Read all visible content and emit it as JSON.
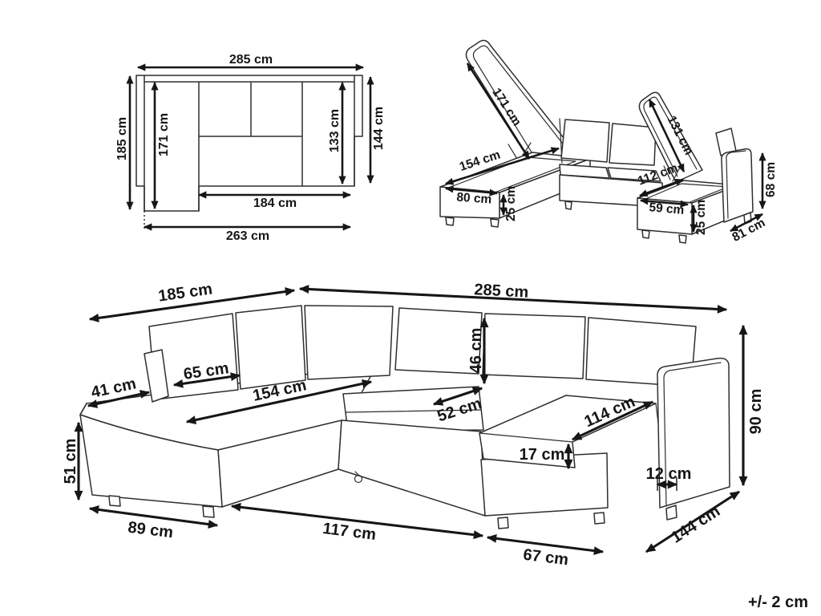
{
  "colors": {
    "ink": "#161616",
    "art_line": "#2e2e2e",
    "background": "#ffffff"
  },
  "views": {
    "plan": {
      "overall_width": "285 cm",
      "depth_left": "185 cm",
      "chaise_length": "171 cm",
      "body_depth": "133 cm",
      "right_depth": "144 cm",
      "inner_width": "184 cm",
      "base_width": "263 cm"
    },
    "storage": {
      "left_lid": "171 cm",
      "left_box_length": "154 cm",
      "left_box_width": "80 cm",
      "left_box_depth": "25 cm",
      "right_opening": "112 cm",
      "right_lid": "131 cm",
      "right_box_width": "59 cm",
      "right_box_depth": "25 cm",
      "armrest_height": "68 cm",
      "armrest_depth": "81 cm"
    },
    "main": {
      "back_left": "185 cm",
      "back_long": "285 cm",
      "arm_shelf": "41 cm",
      "back_cushion_w": "65 cm",
      "chaise_seat": "154 cm",
      "back_cushion_h": "46 cm",
      "seat_cushion_w": "52 cm",
      "right_seat": "114 cm",
      "seat_thickness": "17 cm",
      "height": "90 cm",
      "seat_height": "51 cm",
      "arm_width": "12 cm",
      "chaise_front": "89 cm",
      "middle_front": "117 cm",
      "right_front": "67 cm",
      "side_depth": "144 cm"
    },
    "tolerance": "+/- 2 cm"
  }
}
